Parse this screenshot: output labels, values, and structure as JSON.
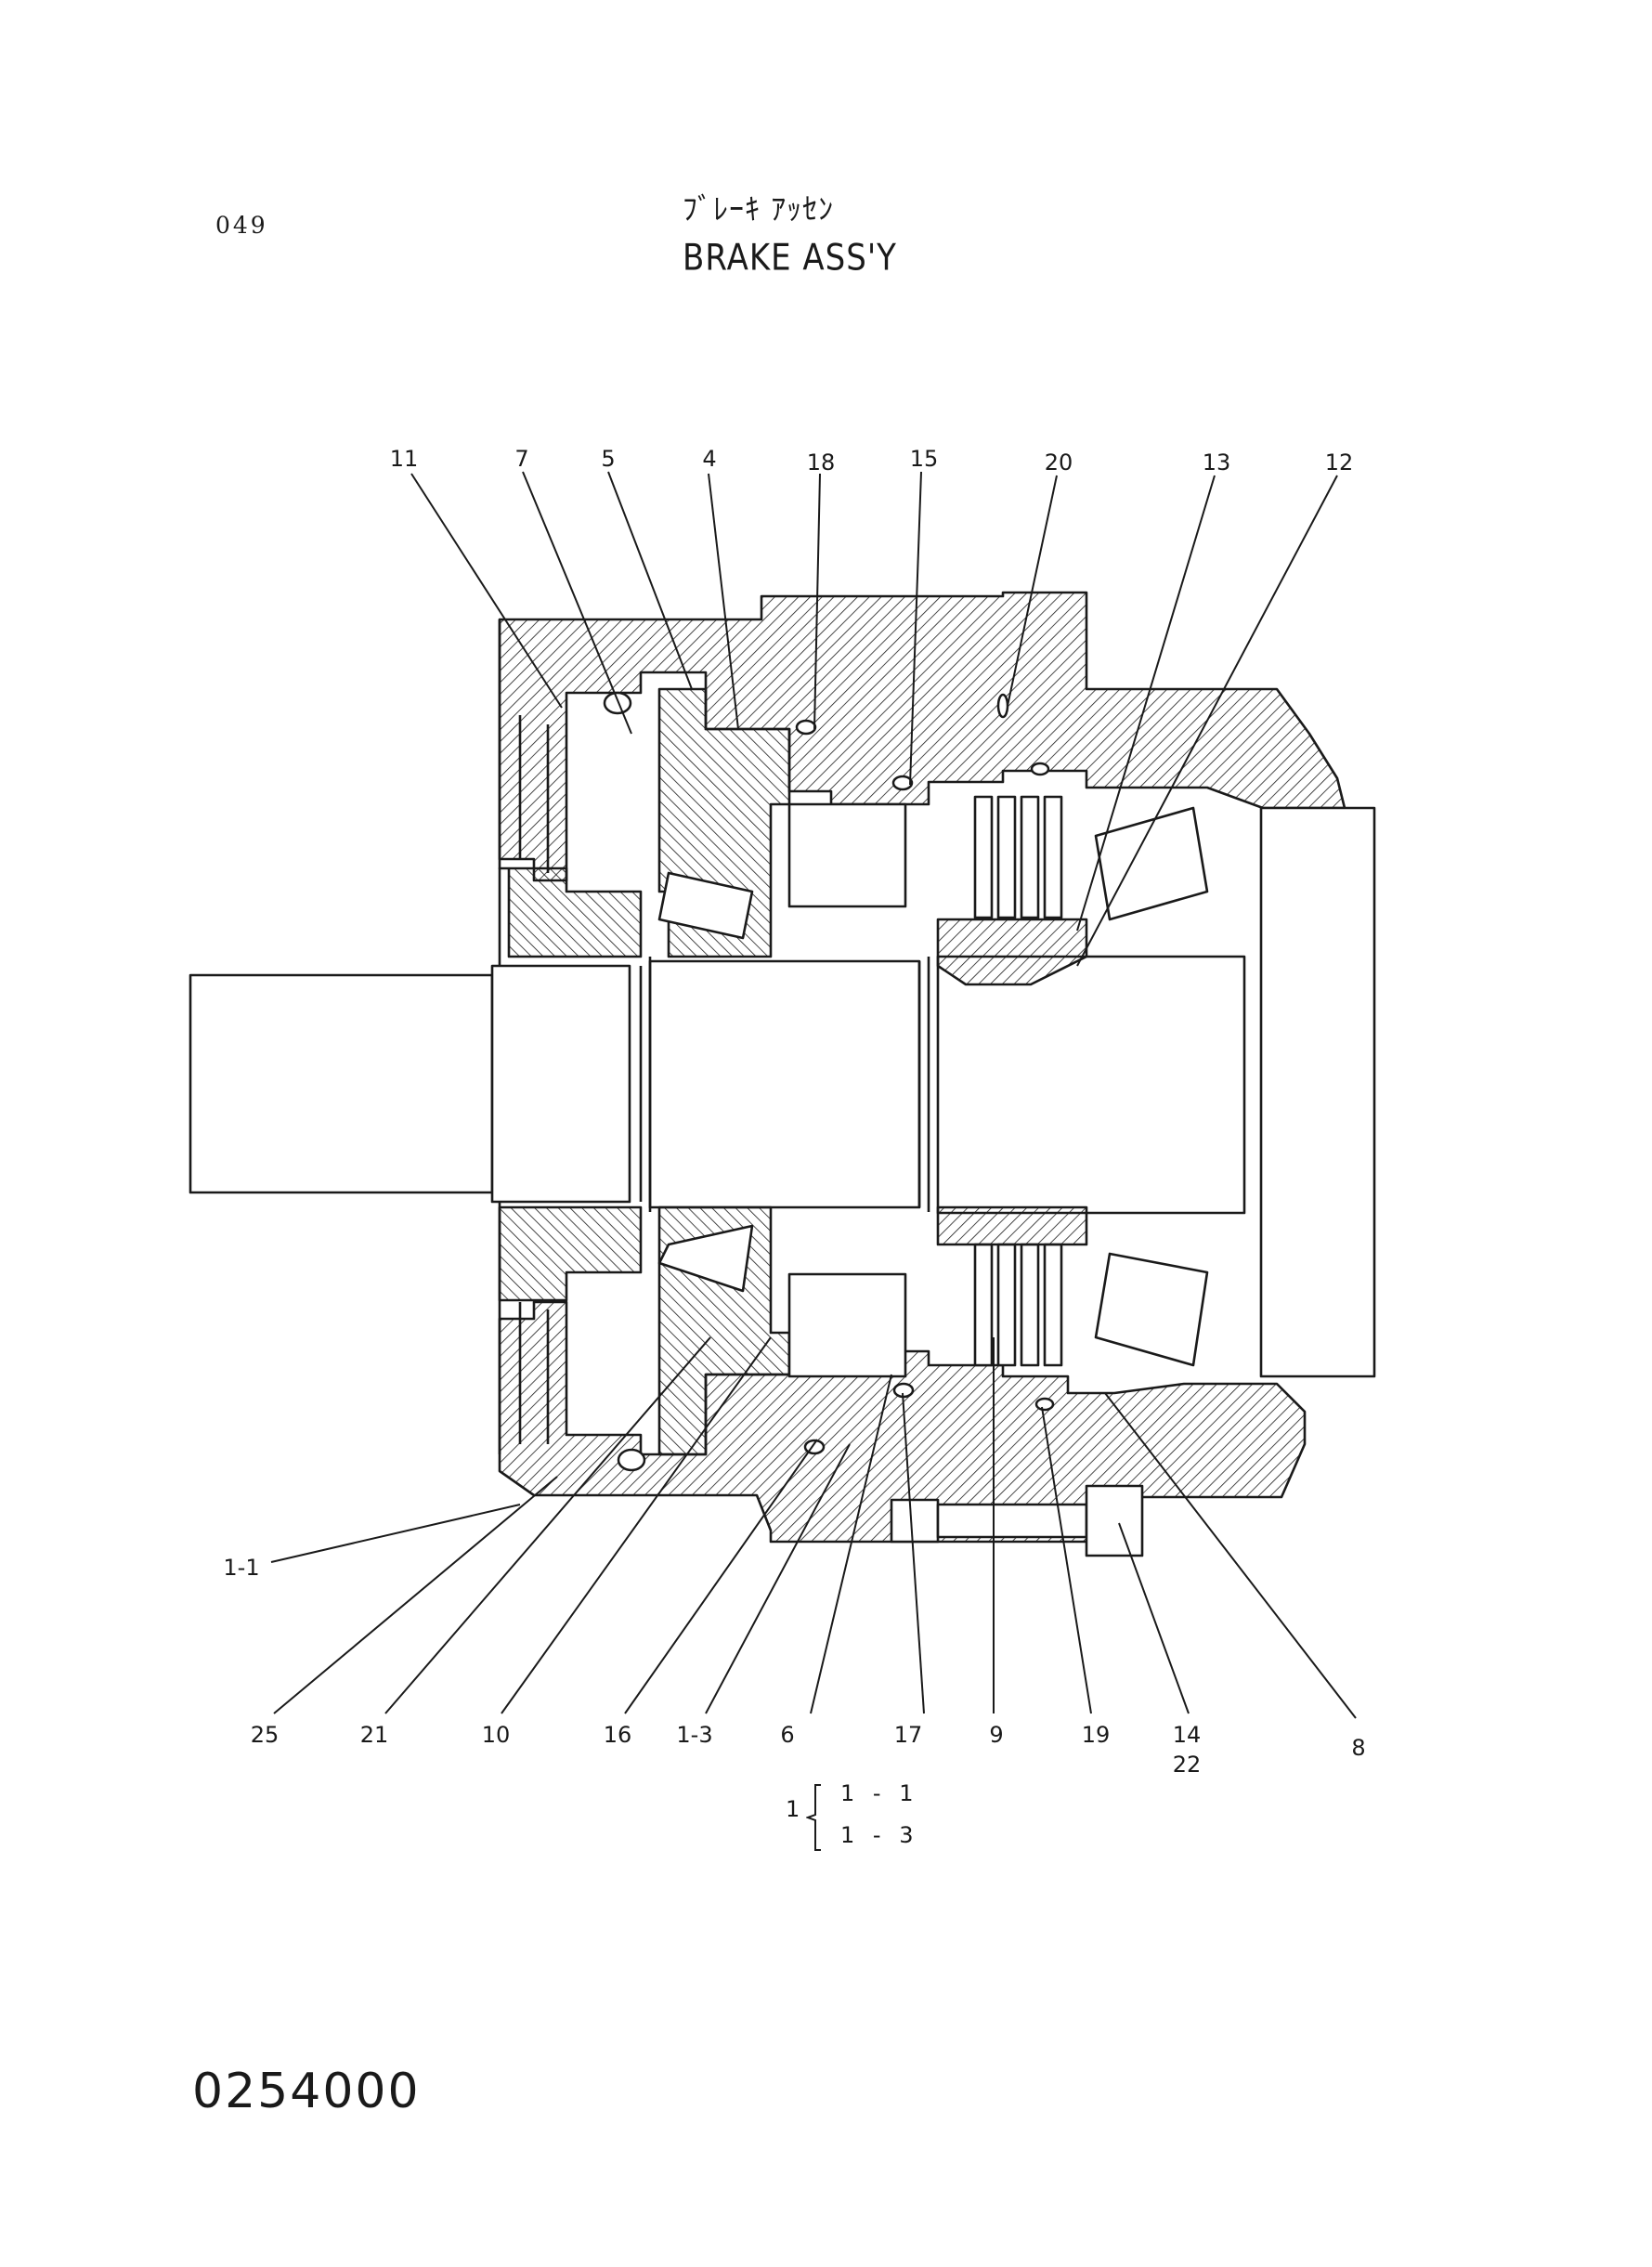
{
  "page_number": "049",
  "title_jp": "ﾌﾞﾚｰｷ ｱｯｾﾝ",
  "title_en": "BRAKE ASS'Y",
  "drawing_number": "0254000",
  "callouts_top": [
    "11",
    "7",
    "5",
    "4",
    "18",
    "15",
    "20",
    "13",
    "12"
  ],
  "callouts_left": [
    "1-1"
  ],
  "callouts_bottom": [
    "25",
    "21",
    "10",
    "16",
    "1-3",
    "6",
    "17",
    "9",
    "19",
    "14",
    "22",
    "8"
  ],
  "legend": {
    "parent": "1",
    "children": [
      "1 - 1",
      "1 - 3"
    ]
  },
  "colors": {
    "line": "#1a1a1a",
    "background": "#ffffff"
  }
}
